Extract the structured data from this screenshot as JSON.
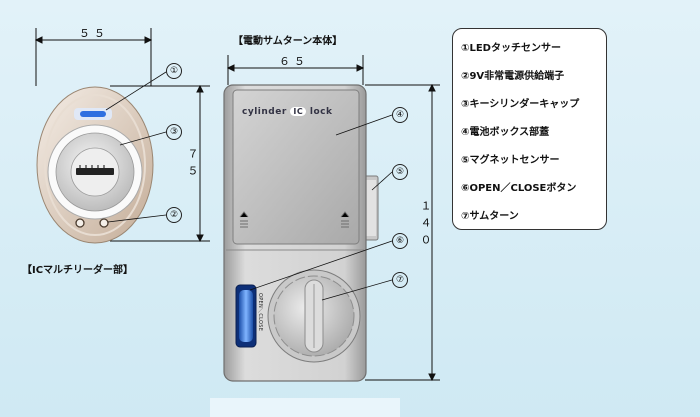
{
  "reader": {
    "caption": "【ICマルチリーダー部】",
    "width_dim": "５５",
    "height_dim": "７５"
  },
  "main_unit": {
    "caption": "【電動サムターン本体】",
    "width_dim": "６５",
    "height_dim": "１４０",
    "brand_left": "cylinder",
    "brand_mid": "IC",
    "brand_right": "lock",
    "button_text": "OPEN／CLOSE"
  },
  "callouts": [
    "①",
    "②",
    "③",
    "④",
    "⑤",
    "⑥",
    "⑦"
  ],
  "legend": {
    "items": [
      "①LEDタッチセンサー",
      "②9V非常電源供給端子",
      "③キーシリンダーキャップ",
      "④電池ボックス部蓋",
      "⑤マグネットセンサー",
      "⑥OPEN／CLOSEボタン",
      "⑦サムターン"
    ]
  }
}
